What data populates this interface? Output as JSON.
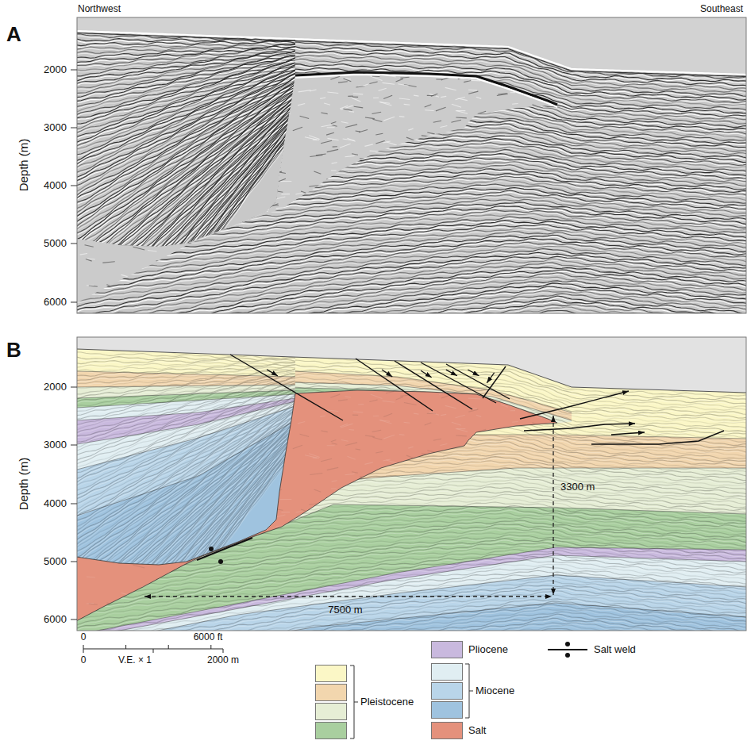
{
  "diagram": {
    "labels": [
      "A",
      "Northwest",
      "Southeast",
      "Depth (m)",
      "2000",
      "3000",
      "4000",
      "5000",
      "6000",
      "B",
      "Depth (m)",
      "2000",
      "3000",
      "4000",
      "5000",
      "6000",
      "3300 m",
      "7500 m",
      "0",
      "6000 ft",
      "0",
      "V.E. × 1",
      "2000 m"
    ],
    "legend": [
      {
        "text": "Pleistocene",
        "color": "#fbf7c6"
      },
      {
        "text": "Pliocene",
        "color": "#c9b9de"
      },
      {
        "text": "Miocene",
        "color": "#e0eef2"
      },
      {
        "text": "Salt",
        "color": "#e4917c"
      },
      {
        "text": "Salt weld"
      }
    ]
  }
}
